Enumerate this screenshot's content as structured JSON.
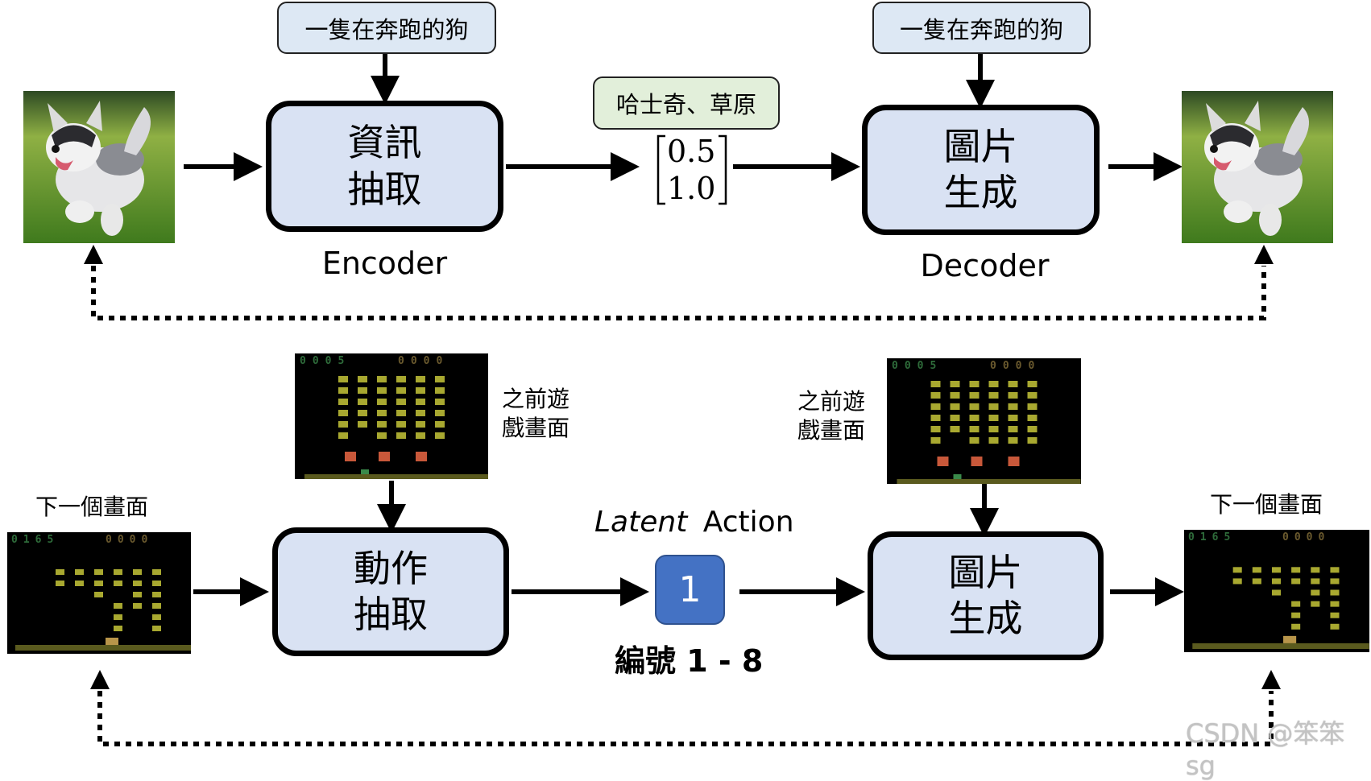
{
  "top_row": {
    "encoder_prompt": "一隻在奔跑的狗",
    "decoder_prompt": "一隻在奔跑的狗",
    "encoder_module": {
      "line1": "資訊",
      "line2": "抽取"
    },
    "encoder_label": "Encoder",
    "latent_tags": "哈士奇、草原",
    "latent_vector": [
      "0.5",
      "1.0"
    ],
    "decoder_module": {
      "line1": "圖片",
      "line2": "生成"
    },
    "decoder_label": "Decoder",
    "input_image": "husky-running-on-grass",
    "output_image": "husky-running-on-grass"
  },
  "bottom_row": {
    "next_frame_label_left": "下一個畫面",
    "next_frame_label_right": "下一個畫面",
    "prev_frame_label_left": {
      "line1": "之前遊",
      "line2": "戲畫面"
    },
    "prev_frame_label_right": {
      "line1": "之前遊",
      "line2": "戲畫面"
    },
    "action_module": {
      "line1": "動作",
      "line2": "抽取"
    },
    "latent_title_italic": "Latent",
    "latent_title_rest": "Action",
    "latent_value": "1",
    "latent_range": "編號 1 - 8",
    "decoder_module": {
      "line1": "圖片",
      "line2": "生成"
    },
    "prev_frame": {
      "score_left": "0005",
      "score_right": "0000"
    },
    "next_frame": {
      "score_left": "0165",
      "score_right": "0000"
    }
  },
  "watermark": "CSDN @笨笨sg",
  "colors": {
    "prompt_fill": "#dde8f4",
    "tag_fill": "#e2efda",
    "module_fill": "#d9e2f3",
    "latent_fill": "#4472c4",
    "game_bg": "#000000",
    "game_ground": "#5a5a1e",
    "alien": "#a8a830",
    "bunker": "#c8583a"
  }
}
